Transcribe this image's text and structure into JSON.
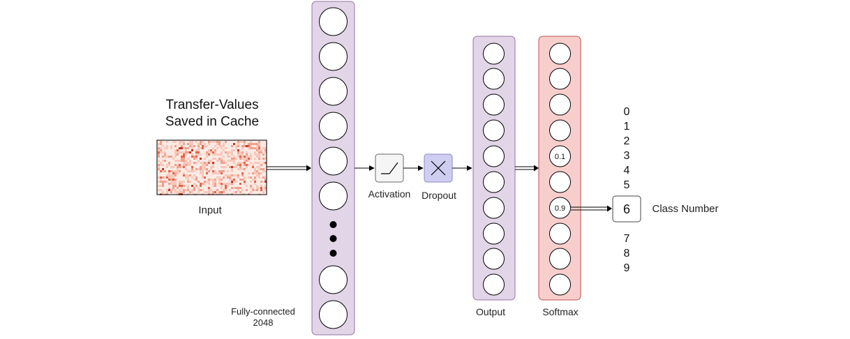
{
  "title_line1": "Transfer-Values",
  "title_line2": "Saved in Cache",
  "input_label": "Input",
  "fc_label_line1": "Fully-connected",
  "fc_label_line2": "2048",
  "activation_label": "Activation",
  "dropout_label": "Dropout",
  "output_label": "Output",
  "softmax_label": "Softmax",
  "softmax_values": {
    "index_4": "0.1",
    "index_6": "0.9"
  },
  "class_digits_above": [
    "0",
    "1",
    "2",
    "3",
    "4",
    "5"
  ],
  "class_digits_below": [
    "7",
    "8",
    "9"
  ],
  "selected_class": "6",
  "class_number_label": "Class Number",
  "colors": {
    "fc_layer_fill": "#e1d5e7",
    "fc_layer_stroke": "#9673a6",
    "softmax_fill": "#f8cecc",
    "softmax_stroke": "#b85450",
    "dropout_fill": "#d0cef0",
    "dropout_stroke": "#8a86c8",
    "heatmap_base": "#fbeae4",
    "heatmap_accent": "#d9492f"
  }
}
